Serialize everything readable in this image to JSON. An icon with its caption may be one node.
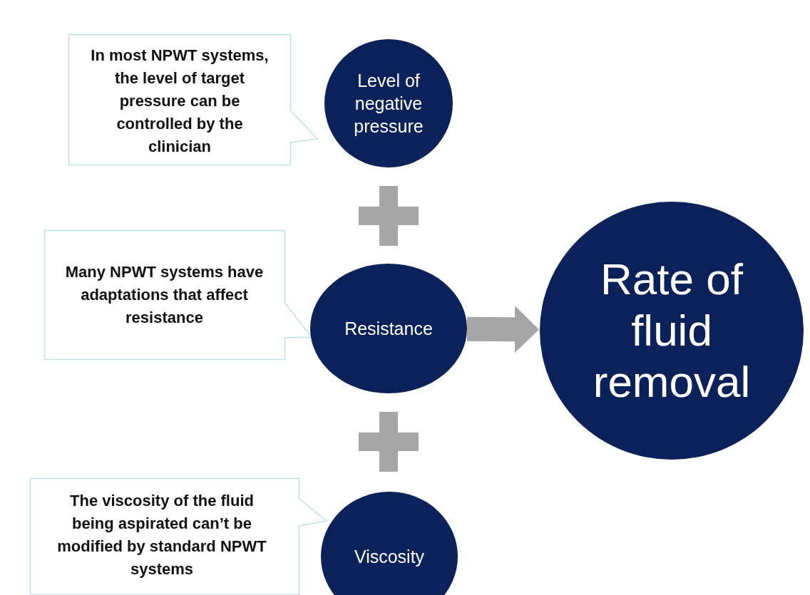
{
  "diagram": {
    "nodes": [
      {
        "text": [
          "In most NPWT systems, the level of target pressure can be controlled by the clinician"
        ]
      },
      {
        "text": [
          "Level of negative pressure"
        ]
      },
      {
        "text": [
          "Many NPWT systems have adaptations that affect resistance"
        ]
      },
      {
        "text": [
          "Resistance"
        ]
      },
      {
        "text": [
          "Rate of fluid removal"
        ]
      },
      {
        "text": [
          "The viscosity of the fluid being aspirated can’t be modified by standard NPWT systems"
        ]
      },
      {
        "text": [
          "Viscosity"
        ]
      }
    ],
    "edges": [
      {
        "from": 3,
        "to": 4,
        "arrow": "to",
        "color": "#a6a6a6"
      }
    ]
  }
}
